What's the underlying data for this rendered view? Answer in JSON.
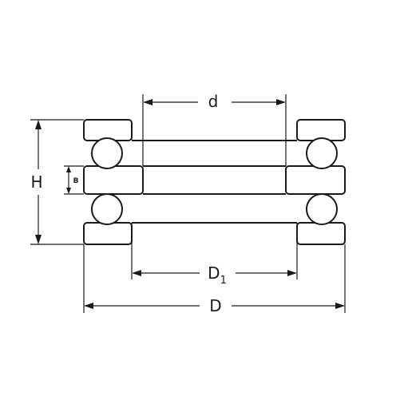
{
  "dimensions": {
    "d": "d",
    "H": "H",
    "B": "B",
    "D1_main": "D",
    "D1_sub": "1",
    "D": "D"
  },
  "colors": {
    "line": "#1a1a1a",
    "background": "#ffffff"
  }
}
